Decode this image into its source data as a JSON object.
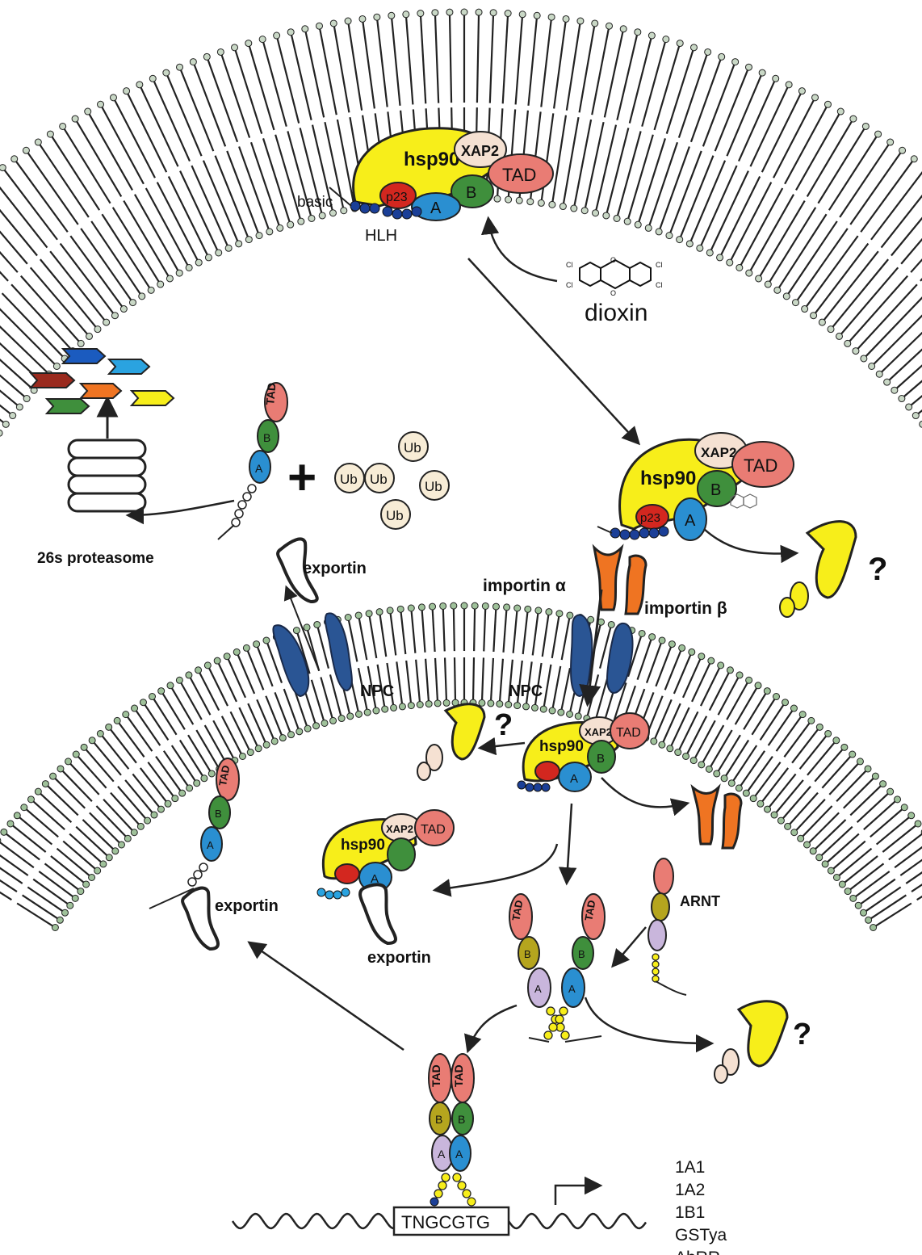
{
  "labels": {
    "hsp90": "hsp90",
    "xap2": "XAP2",
    "tad": "TAD",
    "p23": "p23",
    "domain_a": "A",
    "domain_b": "B",
    "basic": "basic",
    "hlh": "HLH",
    "dioxin": "dioxin",
    "ub": "Ub",
    "plus": "+",
    "proteasome": "26s proteasome",
    "exportin": "exportin",
    "importin_alpha": "importin α",
    "importin_beta": "importin β",
    "npc": "NPC",
    "question": "?",
    "arnt": "ARNT",
    "dre": "TNGCGTG",
    "cl": "Cl",
    "o": "O"
  },
  "target_genes": [
    "1A1",
    "1A2",
    "1B1",
    "GSTya",
    "AhRR"
  ],
  "colors": {
    "hsp90": "#f7ee1a",
    "xap2": "#f5e1d2",
    "tad": "#e97c74",
    "p23": "#d3271f",
    "domain_a": "#2a8fd1",
    "domain_b": "#3f8f3c",
    "hlh": "#1b3f97",
    "ub": "#f7ecd6",
    "importin": "#ef7422",
    "npc": "#2a5594",
    "arnt_a": "#c9b6dc",
    "arnt_b": "#b5a51e",
    "membrane": "#3a6a3a"
  }
}
